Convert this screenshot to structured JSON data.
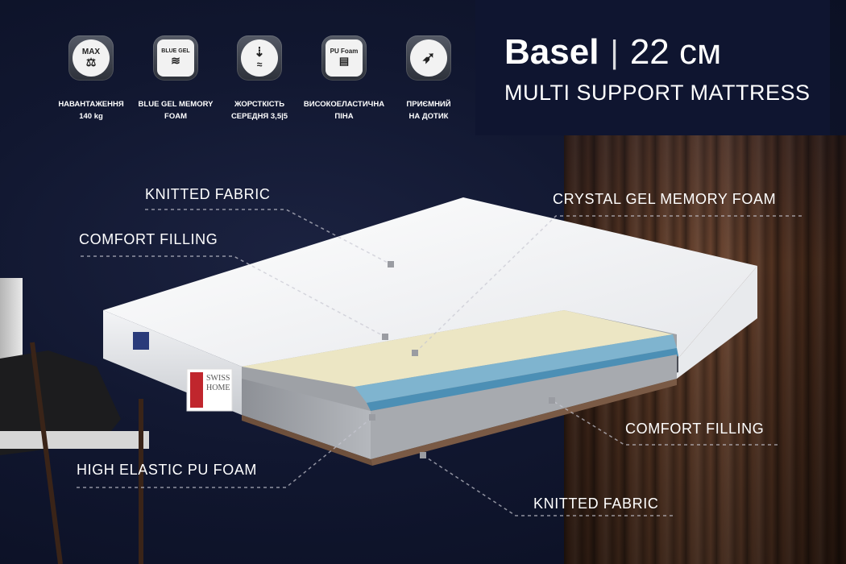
{
  "header": {
    "name": "Basel",
    "separator": "|",
    "size": "22 см",
    "subtitle": "MULTI SUPPORT MATTRESS"
  },
  "features": [
    {
      "icon": "max-load-icon",
      "badge_text": "MAX",
      "caption_line1": "НАВАНТАЖЕННЯ",
      "caption_line2": "140 kg"
    },
    {
      "icon": "blue-gel-icon",
      "badge_text": "BLUE GEL",
      "caption_line1": "BLUE GEL MEMORY",
      "caption_line2": "FOAM"
    },
    {
      "icon": "firmness-icon",
      "badge_text": "",
      "caption_line1": "ЖОРСТКІСТЬ",
      "caption_line2": "СЕРЕДНЯ 3,5|5"
    },
    {
      "icon": "pu-foam-icon",
      "badge_text": "PU Foam",
      "caption_line1": "ВИСОКОЕЛАСТИЧНА",
      "caption_line2": "ПІНА"
    },
    {
      "icon": "feather-icon",
      "badge_text": "",
      "caption_line1": "ПРИЄМНИЙ",
      "caption_line2": "НА ДОТИК"
    }
  ],
  "layers": {
    "top_left_1": "KNITTED FABRIC",
    "top_left_2": "COMFORT FILLING",
    "top_right": "CRYSTAL GEL MEMORY FOAM",
    "bottom_right_1": "COMFORT FILLING",
    "bottom_left": "HIGH ELASTIC PU FOAM",
    "bottom_right_2": "KNITTED FABRIC"
  },
  "brand": {
    "logo_text_1": "SWISS",
    "logo_text_2": "HOME",
    "accent_color": "#c0262d"
  }
}
